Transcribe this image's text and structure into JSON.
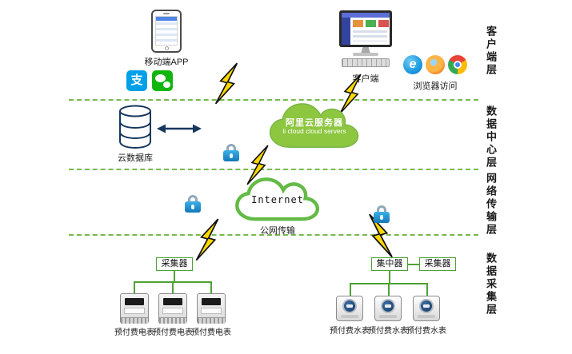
{
  "layer_labels": [
    "客户端层",
    "数据中心层",
    "网络传输层",
    "数据采集层"
  ],
  "client": {
    "mobile_app_label": "移动端APP",
    "client_label": "客户端",
    "browser_label": "浏览器访问",
    "alipay_glyph": "支",
    "ie_glyph": "e"
  },
  "datacenter": {
    "database_label": "云数据库",
    "cloud_title": "阿里云服务器",
    "cloud_subtitle": "li cloud  cloud servers"
  },
  "network": {
    "internet_label": "Internet",
    "public_transmission_label": "公网传输"
  },
  "collection": {
    "collector_left": "采集器",
    "concentrator": "集中器",
    "collector_right": "采集器",
    "electric_meter_labels": [
      "预付费电表",
      "预付费电表",
      "预付费电表"
    ],
    "water_meter_labels": [
      "预付费水表",
      "预付费水表",
      "预付费水表"
    ]
  },
  "colors": {
    "separator_green": "#76b94d",
    "cloud_green": "#8dc63f",
    "internet_border_green": "#63bb46",
    "connector_green": "#4ea233",
    "lightning_yellow": "#ffd800",
    "lock_blue": "#2196d3",
    "database_navy": "#17375e",
    "alipay_blue": "#00a0e9",
    "wechat_green": "#12b510"
  }
}
